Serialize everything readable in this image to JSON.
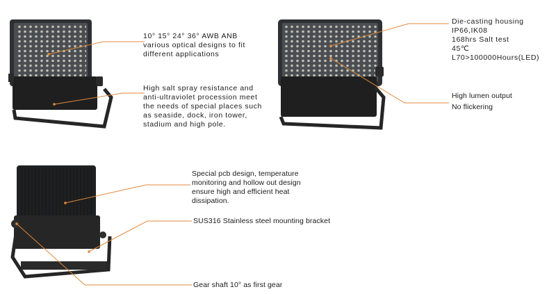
{
  "annotations": {
    "optics": "10° 15° 24° 36° AWB ANB\nvarious optical designs to fit\ndifferent applications",
    "salt_spray": "High salt spray resistance and\nanti-ultraviolet procession meet\nthe needs of special places such\nas seaside, dock, iron tower,\nstadium and high pole.",
    "housing": "Die-casting housing\nIP66,IK08\n168hrs Salt  test\n45℃ L70>100000Hours(LED)",
    "lumen_line1": "High lumen output",
    "lumen_line2": "No flickering",
    "pcb": "Special pcb design, temperature\nmonitoring and hollow out design\nensure high and efficient heat\ndissipation.",
    "bracket": "SUS316 Stainless steel mounting bracket",
    "gear": "Gear shaft 10° as first gear"
  },
  "colors": {
    "leader_line": "#e08a3c",
    "housing": "#2b2b2b",
    "lens_panel": "#3a3d40",
    "led_dot": "#d6d8c8"
  }
}
